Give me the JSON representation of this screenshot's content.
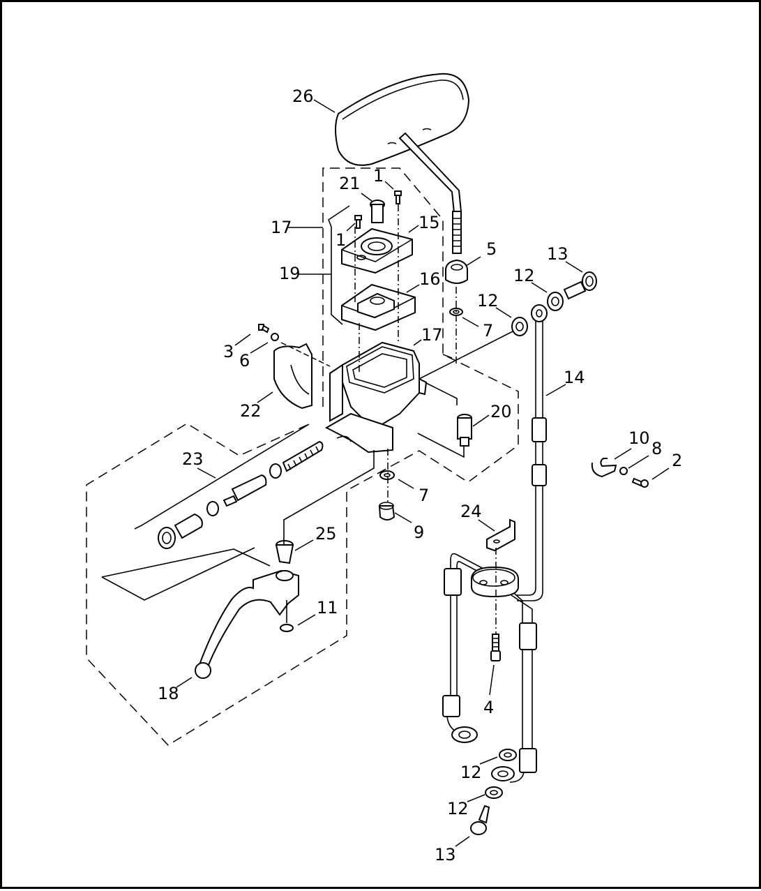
{
  "diagram": {
    "callouts": [
      {
        "id": "c26",
        "text": "26"
      },
      {
        "id": "c21",
        "text": "21"
      },
      {
        "id": "c1a",
        "text": "1"
      },
      {
        "id": "c17a",
        "text": "17"
      },
      {
        "id": "c15",
        "text": "15"
      },
      {
        "id": "c1b",
        "text": "1"
      },
      {
        "id": "c5",
        "text": "5"
      },
      {
        "id": "c13a",
        "text": "13"
      },
      {
        "id": "c19",
        "text": "19"
      },
      {
        "id": "c12a",
        "text": "12"
      },
      {
        "id": "c16",
        "text": "16"
      },
      {
        "id": "c12b",
        "text": "12"
      },
      {
        "id": "c7a",
        "text": "7"
      },
      {
        "id": "c3",
        "text": "3"
      },
      {
        "id": "c6",
        "text": "6"
      },
      {
        "id": "c17b",
        "text": "17"
      },
      {
        "id": "c14",
        "text": "14"
      },
      {
        "id": "c22",
        "text": "22"
      },
      {
        "id": "c20",
        "text": "20"
      },
      {
        "id": "c10",
        "text": "10"
      },
      {
        "id": "c8",
        "text": "8"
      },
      {
        "id": "c2",
        "text": "2"
      },
      {
        "id": "c23",
        "text": "23"
      },
      {
        "id": "c7b",
        "text": "7"
      },
      {
        "id": "c24",
        "text": "24"
      },
      {
        "id": "c9",
        "text": "9"
      },
      {
        "id": "c25",
        "text": "25"
      },
      {
        "id": "c11",
        "text": "11"
      },
      {
        "id": "c18",
        "text": "18"
      },
      {
        "id": "c4",
        "text": "4"
      },
      {
        "id": "c12c",
        "text": "12"
      },
      {
        "id": "c12d",
        "text": "12"
      },
      {
        "id": "c13b",
        "text": "13"
      }
    ]
  }
}
